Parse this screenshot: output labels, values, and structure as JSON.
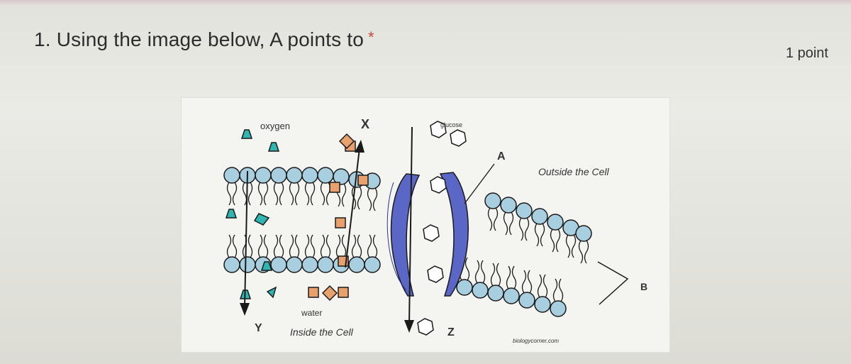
{
  "question": {
    "title": "1. Using the image below, A points to",
    "required_mark": "*",
    "points": "1 point"
  },
  "diagram": {
    "labels": {
      "oxygen": "oxygen",
      "glucose": "glucose",
      "x": "X",
      "a": "A",
      "outside": "Outside the Cell",
      "b": "B",
      "water": "water",
      "y": "Y",
      "inside": "Inside the Cell",
      "z": "Z",
      "credit": "biologycorner.com"
    },
    "colors": {
      "phospholipid_head": "#a8cfe0",
      "protein": "#5b67c6",
      "oxygen_molecule": "#2fb6b1",
      "water_molecule": "#e8a06d",
      "outline": "#1a1a1a"
    }
  }
}
